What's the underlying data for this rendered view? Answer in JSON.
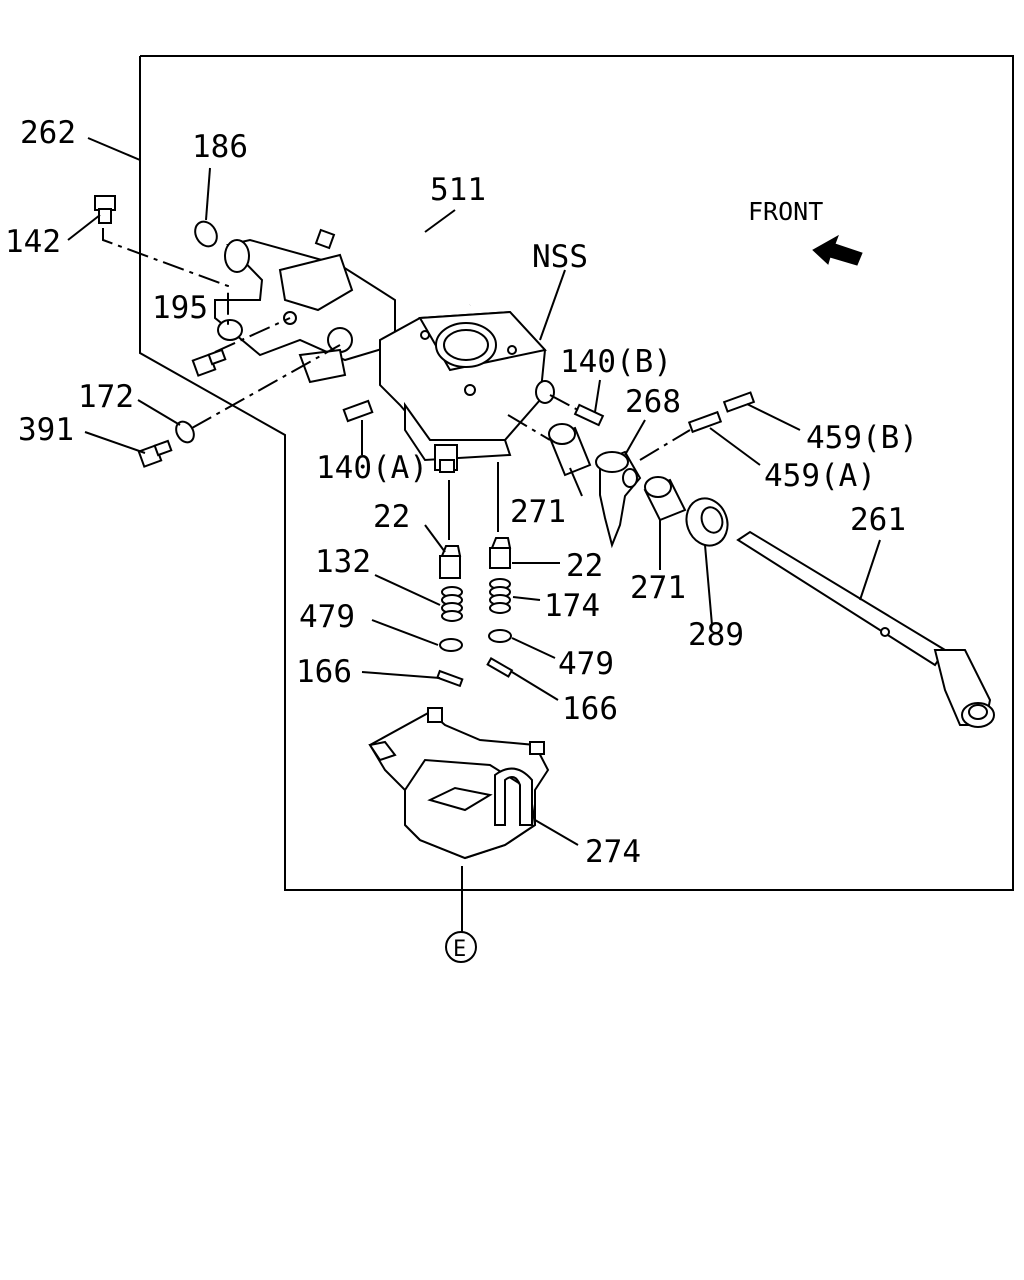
{
  "front_label": "FRONT",
  "callout_ref": "E",
  "labels": {
    "p262": "262",
    "p186": "186",
    "p511": "511",
    "p142": "142",
    "p195": "195",
    "p172": "172",
    "p391": "391",
    "pNSS": "NSS",
    "p140b": "140(B)",
    "p268": "268",
    "p459b": "459(B)",
    "p459a": "459(A)",
    "p140a": "140(A)",
    "p271a": "271",
    "p271b": "271",
    "p261": "261",
    "p22a": "22",
    "p22b": "22",
    "p132": "132",
    "p174": "174",
    "p479a": "479",
    "p479b": "479",
    "p289": "289",
    "p166a": "166",
    "p166b": "166",
    "p274": "274"
  }
}
